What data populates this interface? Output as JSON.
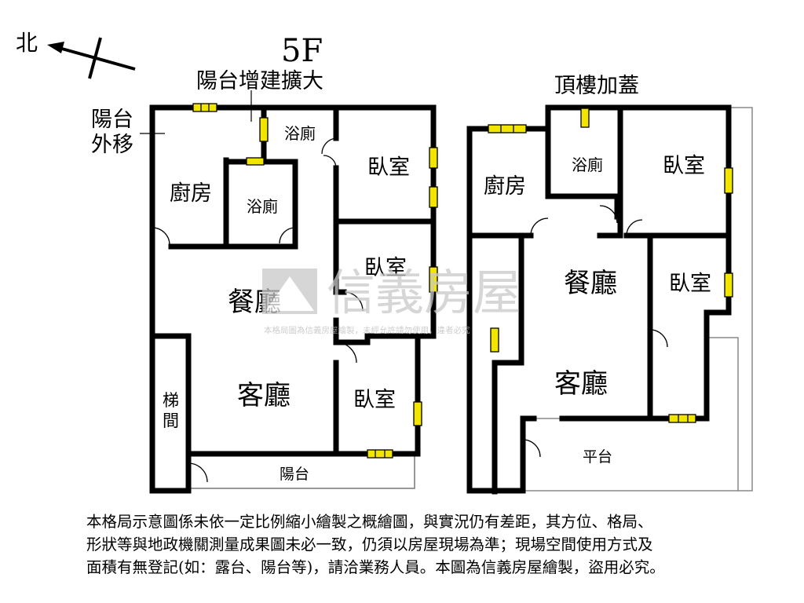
{
  "compass": {
    "north_label": "北"
  },
  "floor_5f": {
    "title": "5F",
    "notes": {
      "balcony_extension": "陽台增建擴大",
      "balcony_moved_line1": "陽台",
      "balcony_moved_line2": "外移"
    },
    "rooms": {
      "kitchen": "廚房",
      "bath_top": "浴廁",
      "bath_inner": "浴廁",
      "bedroom_1": "臥室",
      "bedroom_2": "臥室",
      "bedroom_3": "臥室",
      "dining": "餐廳",
      "living": "客廳",
      "stair_line1": "梯",
      "stair_line2": "間",
      "balcony": "陽台"
    }
  },
  "floor_roof": {
    "title": "頂樓加蓋",
    "rooms": {
      "kitchen": "廚房",
      "bath": "浴廁",
      "bedroom_1": "臥室",
      "bedroom_2": "臥室",
      "dining": "餐廳",
      "living": "客廳",
      "platform": "平台"
    }
  },
  "watermark": {
    "brand": "信義房屋",
    "small_text": "本格局圖為信義房屋繪製，未經允許請勿使用，違者必究",
    "color": "#c9c9c9"
  },
  "disclaimer": {
    "line1": "本格局示意圖係未依一定比例縮小繪製之概繪圖，與實況仍有差距，其方位、格局、",
    "line2": "形狀等與地政機關測量成果圖未必一致，仍須以房屋現場為準；現場空間使用方式及",
    "line3": "面積有無登記(如：露台、陽台等)，請洽業務人員。本圖為信義房屋繪製，盜用必究。"
  },
  "colors": {
    "wall": "#000000",
    "window": "#f2e600",
    "background": "#ffffff"
  }
}
